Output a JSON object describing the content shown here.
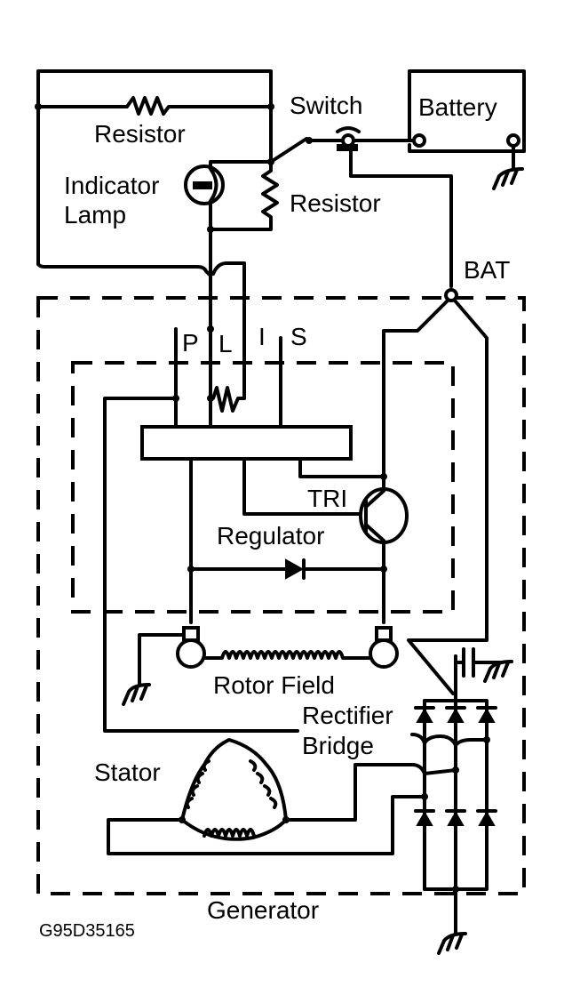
{
  "diagram": {
    "title": "Generator",
    "figure_code": "G95D35165",
    "labels": {
      "resistor_top": "Resistor",
      "switch": "Switch",
      "battery": "Battery",
      "indicator_lamp_line1": "Indicator",
      "indicator_lamp_line2": "Lamp",
      "resistor_right": "Resistor",
      "bat": "BAT",
      "terminal_p": "P",
      "terminal_l": "L",
      "terminal_i": "I",
      "terminal_s": "S",
      "tri": "TRI",
      "regulator": "Regulator",
      "rotor_field": "Rotor Field",
      "rectifier_line1": "Rectifier",
      "rectifier_line2": "Bridge",
      "stator": "Stator",
      "generator": "Generator"
    },
    "components": [
      "resistor",
      "switch",
      "battery",
      "indicator-lamp",
      "resistor",
      "bat-terminal",
      "regulator",
      "tri-transistor",
      "diode",
      "rotor-field",
      "rectifier-bridge",
      "stator",
      "ground"
    ]
  }
}
